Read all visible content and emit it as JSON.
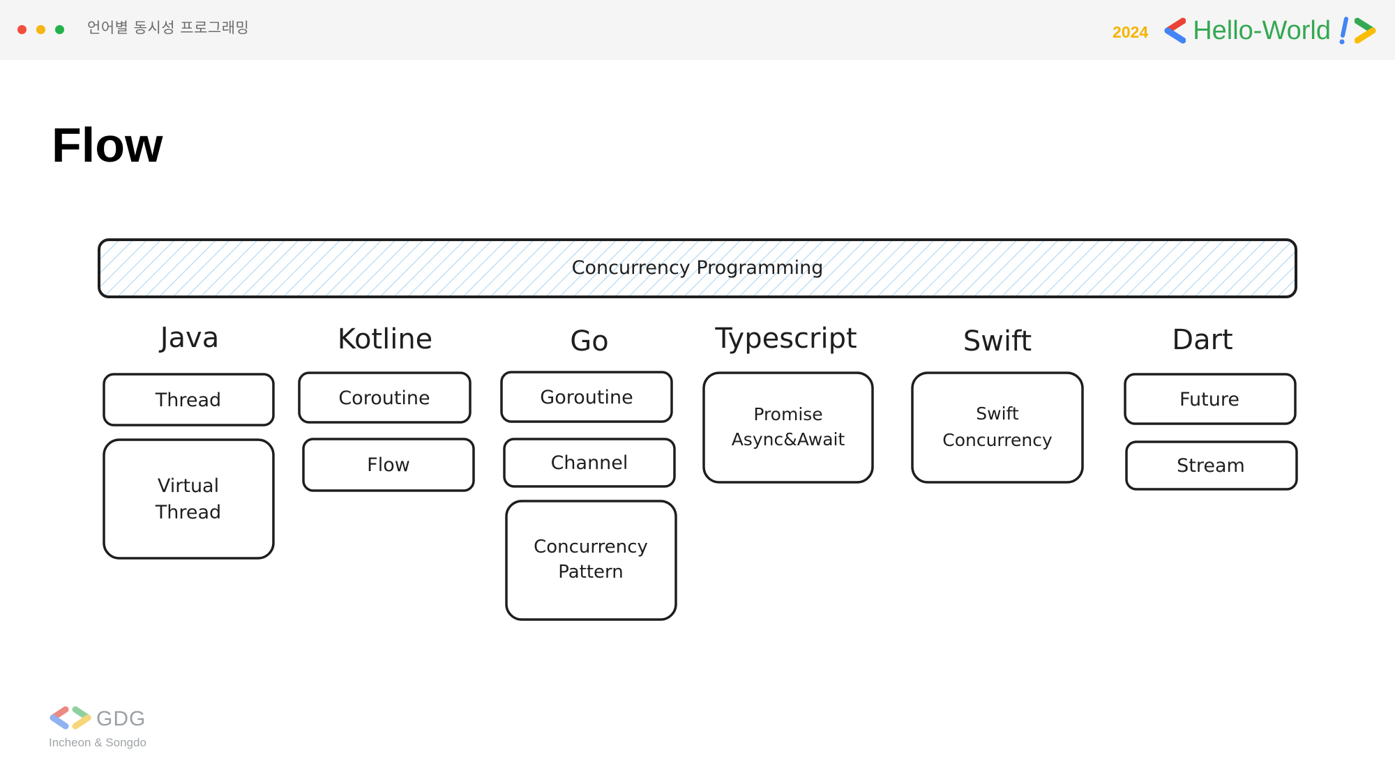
{
  "deck": {
    "title": "언어별 동시성 프로그래밍"
  },
  "window_dots": [
    {
      "name": "close",
      "color": "#f24e3e"
    },
    {
      "name": "minimize",
      "color": "#f6b512"
    },
    {
      "name": "maximize",
      "color": "#23b24a"
    }
  ],
  "brand": {
    "year": "2024",
    "name": "Hello-World",
    "year_color": "#f4b400",
    "name_color": "#34a853",
    "colors": {
      "blue": "#4285f4",
      "red": "#ea4335",
      "yellow": "#fbbc04",
      "green": "#34a853"
    }
  },
  "slide": {
    "title": "Flow"
  },
  "diagram": {
    "root": "Concurrency Programming",
    "root_fill": "#a6d3f0",
    "columns": [
      {
        "language": "Java",
        "items": [
          "Thread",
          "Virtual Thread"
        ]
      },
      {
        "language": "Kotline",
        "items": [
          "Coroutine",
          "Flow"
        ]
      },
      {
        "language": "Go",
        "items": [
          "Goroutine",
          "Channel",
          "Concurrency Pattern"
        ]
      },
      {
        "language": "Typescript",
        "items": [
          "Promise Async&Await"
        ]
      },
      {
        "language": "Swift",
        "items": [
          "Swift Concurrency"
        ]
      },
      {
        "language": "Dart",
        "items": [
          "Future",
          "Stream"
        ]
      }
    ]
  },
  "footer": {
    "logo_text": "GDG",
    "subtitle": "Incheon & Songdo"
  }
}
